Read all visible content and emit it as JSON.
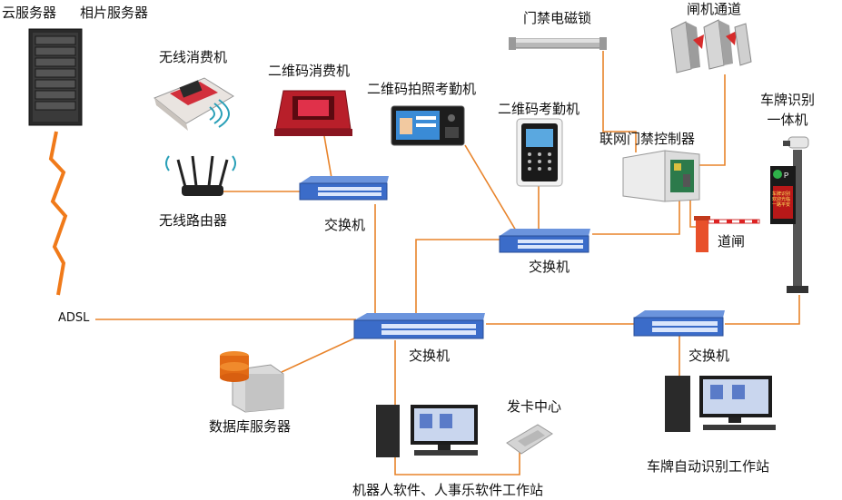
{
  "labels": {
    "cloud_server": "云服务器",
    "photo_server": "相片服务器",
    "wireless_pos": "无线消费机",
    "qr_pos": "二维码消费机",
    "qr_photo_attendance": "二维码拍照考勤机",
    "door_lock": "门禁电磁锁",
    "turnstile": "闸机通道",
    "plate_cam_line1": "车牌识别",
    "plate_cam_line2": "一体机",
    "qr_attendance": "二维码考勤机",
    "access_controller": "联网门禁控制器",
    "wireless_router": "无线路由器",
    "switch_top_left": "交换机",
    "switch_mid": "交换机",
    "barrier_gate": "道闸",
    "adsl": "ADSL",
    "switch_main": "交换机",
    "switch_right": "交换机",
    "db_server": "数据库服务器",
    "card_center": "发卡中心",
    "plate_workstation": "车牌自动识别工作站",
    "robot_workstation": "机器人软件、人事乐软件工作站"
  },
  "device_screen_text": {
    "plate_display": "车牌识别 欢迎光临 一路平安",
    "plate_logo": "P"
  },
  "colors": {
    "wire": "#e8832a",
    "lightning": "#f07a1a",
    "switch_blue": "#3b6cc9"
  }
}
